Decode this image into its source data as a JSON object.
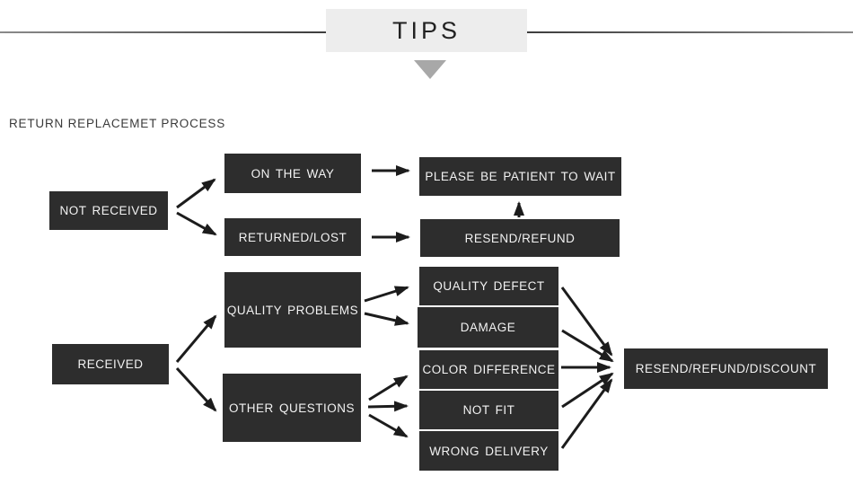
{
  "header": {
    "title": "TIPS"
  },
  "process": {
    "label": "RETURN REPLACEMET PROCESS",
    "nodes": {
      "not_received": "NOT RECEIVED",
      "on_the_way": "ON THE WAY",
      "returned_lost": "RETURNED/LOST",
      "please_wait": "PLEASE BE PATIENT TO WAIT",
      "resend_refund": "RESEND/REFUND",
      "received": "RECEIVED",
      "quality_problems": "QUALITY PROBLEMS",
      "other_questions": "OTHER QUESTIONS",
      "quality_defect": "QUALITY DEFECT",
      "damage": "DAMAGE",
      "color_difference": "COLOR DIFFERENCE",
      "not_fit": "NOT FIT",
      "wrong_delivery": "WRONG DELIVERY",
      "resend_refund_discount": "RESEND/REFUND/DISCOUNT"
    },
    "edges": [
      {
        "from": "not_received",
        "to": "on_the_way"
      },
      {
        "from": "not_received",
        "to": "returned_lost"
      },
      {
        "from": "on_the_way",
        "to": "please_wait"
      },
      {
        "from": "returned_lost",
        "to": "resend_refund"
      },
      {
        "from": "resend_refund",
        "to": "please_wait"
      },
      {
        "from": "received",
        "to": "quality_problems"
      },
      {
        "from": "received",
        "to": "other_questions"
      },
      {
        "from": "quality_problems",
        "to": "quality_defect"
      },
      {
        "from": "quality_problems",
        "to": "damage"
      },
      {
        "from": "other_questions",
        "to": "color_difference"
      },
      {
        "from": "other_questions",
        "to": "not_fit"
      },
      {
        "from": "other_questions",
        "to": "wrong_delivery"
      },
      {
        "from": "quality_defect",
        "to": "resend_refund_discount"
      },
      {
        "from": "damage",
        "to": "resend_refund_discount"
      },
      {
        "from": "color_difference",
        "to": "resend_refund_discount"
      },
      {
        "from": "not_fit",
        "to": "resend_refund_discount"
      },
      {
        "from": "wrong_delivery",
        "to": "resend_refund_discount"
      }
    ]
  },
  "colors": {
    "node_bg": "#2d2d2d",
    "node_text": "#f2f2f2",
    "header_bg": "#ededed",
    "header_text": "#222222",
    "arrow": "#1c1c1c",
    "triangle": "#a8a8a8",
    "divider_line": "#6f6f6f",
    "page_bg": "#ffffff"
  }
}
